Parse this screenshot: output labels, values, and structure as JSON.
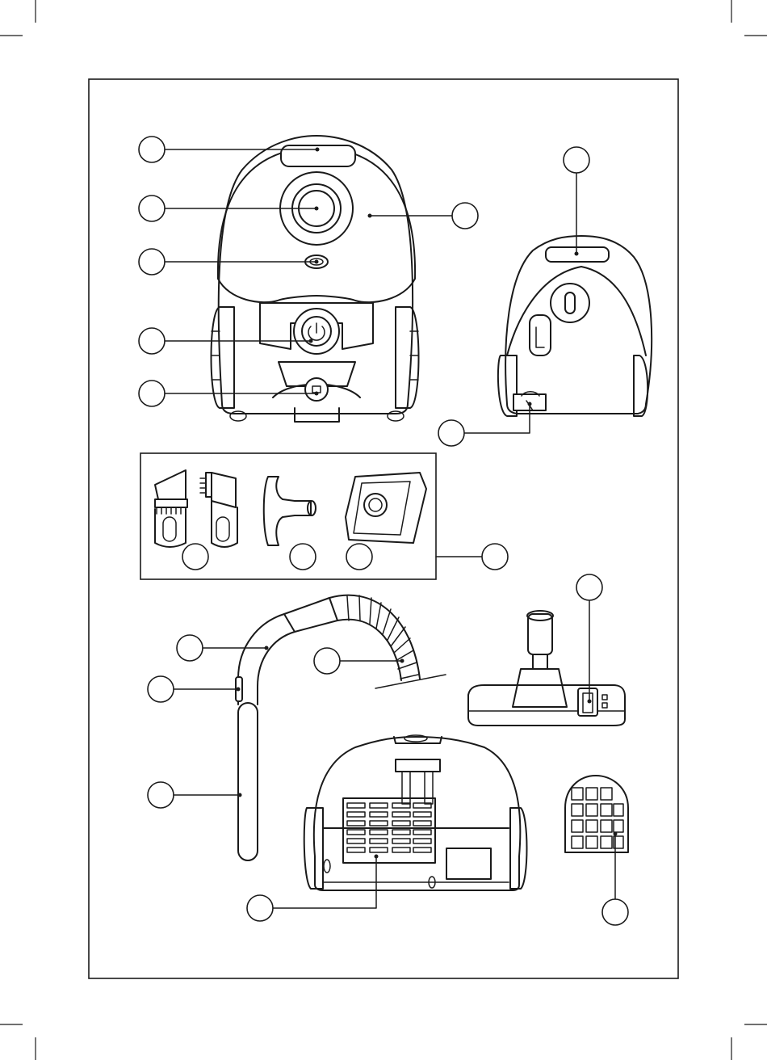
{
  "diagram": {
    "callouts": [
      {
        "id": "handle-top"
      },
      {
        "id": "hose-inlet"
      },
      {
        "id": "bag-indicator"
      },
      {
        "id": "power-button"
      },
      {
        "id": "cord-rewind"
      },
      {
        "id": "body-lid"
      },
      {
        "id": "side-handle"
      },
      {
        "id": "power-regulator"
      },
      {
        "id": "accessory-brush"
      },
      {
        "id": "crevice-tool"
      },
      {
        "id": "dust-bag"
      },
      {
        "id": "accessories-set"
      },
      {
        "id": "hose-handle"
      },
      {
        "id": "suction-slider"
      },
      {
        "id": "flexible-hose"
      },
      {
        "id": "telescopic-tube"
      },
      {
        "id": "floor-nozzle-pedal"
      },
      {
        "id": "exhaust-filter-grill"
      },
      {
        "id": "exhaust-filter"
      }
    ],
    "colors": {
      "line": "#1a1a1a",
      "background": "#ffffff"
    }
  }
}
